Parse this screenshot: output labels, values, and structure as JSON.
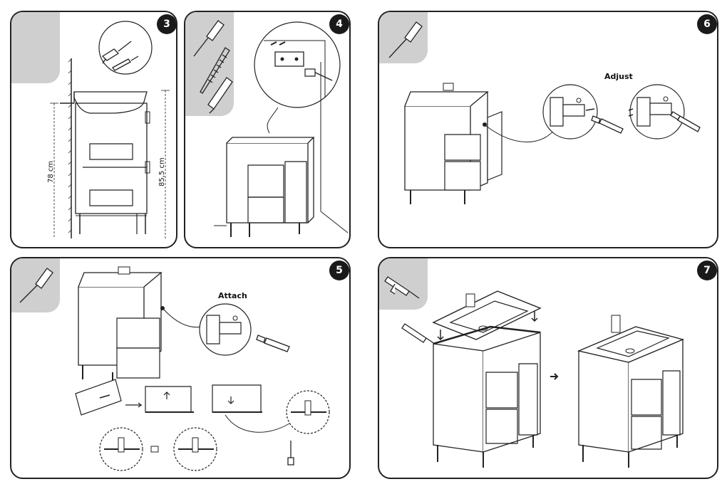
{
  "steps": [
    {
      "number": "3",
      "dimensions": [
        "78 cm",
        "85,5 cm"
      ]
    },
    {
      "number": "4"
    },
    {
      "number": "6",
      "label": "Adjust"
    },
    {
      "number": "5",
      "label": "Attach"
    },
    {
      "number": "7"
    }
  ],
  "icons": {
    "screwdriver": "screwdriver-icon",
    "drill": "drill-icon",
    "screw": "screw-icon",
    "wall-plug": "wall-plug-icon",
    "silicone-gun": "silicone-gun-icon",
    "arrow": "arrow-icon"
  },
  "colors": {
    "tab": "#cfcfcf",
    "badge": "#1a1a1a",
    "line": "#222222"
  }
}
